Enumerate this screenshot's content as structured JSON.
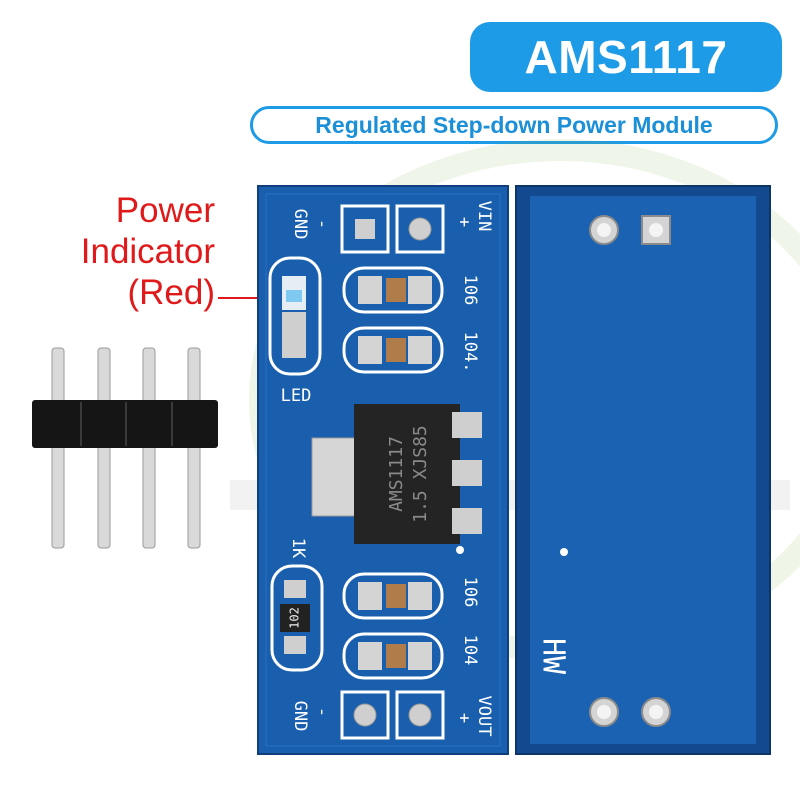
{
  "header": {
    "title": "AMS1117",
    "subtitle": "Regulated Step-down Power Module"
  },
  "annotation": {
    "line1": "Power",
    "line2": "Indicator",
    "line3": "(Red)"
  },
  "board_front": {
    "silkscreen": {
      "vin": "VIN",
      "vin_plus": "+",
      "gnd_top": "GND",
      "gnd_top_minus": "-",
      "cap_106_top": "106",
      "cap_104_top": "104.",
      "led": "LED",
      "resistor": "1K",
      "resistor_code": "102",
      "cap_106_bottom": "106",
      "cap_104_bottom": "104",
      "gnd_bottom": "GND",
      "gnd_bottom_minus": "-",
      "vout": "VOUT",
      "vout_plus": "+"
    },
    "chip": {
      "line1": "AMS1117",
      "line2": "1.5 XJS85"
    }
  },
  "board_back": {
    "marking": "HW"
  },
  "colors": {
    "accent": "#1e9be6",
    "pcb": "#1a5fae",
    "pcb_dark": "#134a8f",
    "indicator": "#e01a1a"
  }
}
